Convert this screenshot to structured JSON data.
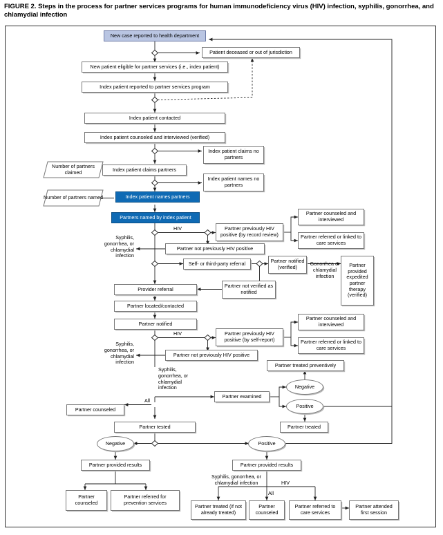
{
  "figure": {
    "title": "FIGURE 2. Steps in the process for partner services programs for human immunodeficiency virus (HIV) infection, syphilis, gonorrhea, and chlamydial infection"
  },
  "colors": {
    "highlight_blue": "#0f6ab4",
    "header_light_blue": "#b9c5e2",
    "box_border": "#777777",
    "frame_border": "#2b2b2b"
  },
  "nodes": {
    "new_case": "New case reported to health department",
    "patient_deceased": "Patient deceased or out of jurisdiction",
    "new_patient_eligible": "New patient eligible for partner services (i.e., index patient)",
    "index_reported": "Index patient reported to partner services program",
    "index_contacted": "Index patient contacted",
    "index_counseled": "Index patient counseled and interviewed (verified)",
    "index_claims_no_partners": "Index patient claims no partners",
    "index_claims_partners": "Index patient claims partners",
    "index_names_no_partners": "Index patient names no partners",
    "index_names_partners": "Index patient names partners",
    "partners_named_by_index": "Partners named by index patient",
    "prev_hiv_record": "Partner previously HIV positive (by record review)",
    "counseled_interviewed_1": "Partner counseled and interviewed",
    "referred_linked_1": "Partner referred or linked to care services",
    "not_prev_hiv_1": "Partner not previously HIV positive",
    "self_third_party": "Self- or third-party referral",
    "partner_notified_verified": "Partner notified (verified)",
    "expedited_therapy": "Partner provided expedited partner therapy (verified)",
    "not_verified_notified": "Partner not verified as notified",
    "provider_referral": "Provider referral",
    "partner_located": "Partner located/contacted",
    "partner_notified": "Partner notified",
    "prev_hiv_self": "Partner previously HIV positive (by self-report)",
    "counseled_interviewed_2": "Partner counseled and interviewed",
    "referred_linked_2": "Partner referred or linked to care services",
    "not_prev_hiv_2": "Partner not previously HIV positive",
    "treated_preventively": "Partner treated preventively",
    "partner_examined": "Partner examined",
    "exam_negative": "Negative",
    "exam_positive": "Positive",
    "partner_treated": "Partner treated",
    "partner_counseled_left": "Partner counseled",
    "partner_tested": "Partner tested",
    "test_negative": "Negative",
    "test_positive": "Positive",
    "results_negative": "Partner provided results",
    "results_positive": "Partner provided results",
    "neg_counseled": "Partner counseled",
    "neg_prevention": "Partner referred for prevention services",
    "pos_treated": "Partner treated (if not already treated)",
    "pos_counseled": "Partner counseled",
    "pos_referred_care": "Partner referred to care services",
    "pos_attended": "Partner attended first session"
  },
  "outputs": {
    "partners_claimed": "Number of partners claimed",
    "partners_named": "Number of partners named"
  },
  "edge_labels": {
    "hiv_1": "HIV",
    "sgc_1": "Syphilis, gonorrhea, or chlamydial infection",
    "gonorrhea_chlamydial": "Gonorrhea or chlamydial infection",
    "hiv_2": "HIV",
    "sgc_2": "Syphilis, gonorrhea, or chlamydial infection",
    "sgc_3": "Syphilis, gonorrhea, or chlamydial infection",
    "all_1": "All",
    "sgc_bottom": "Syphilis, gonorrhea, or chlamydial infection",
    "hiv_bottom": "HIV",
    "all_bottom": "All"
  }
}
